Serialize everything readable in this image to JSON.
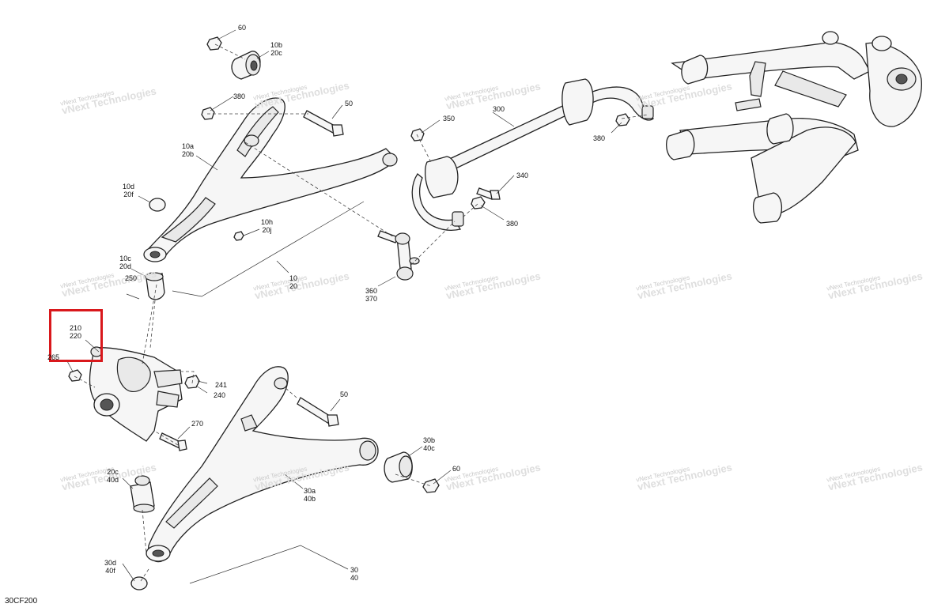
{
  "diagram": {
    "drawing_code": "30CF200",
    "watermark": {
      "line1": "vNext Technologies",
      "line2": "vNext Technologies"
    },
    "highlight_color": "#d9181c",
    "callouts": {
      "c60": {
        "l1": "60"
      },
      "c10b": {
        "l1": "10b",
        "l2": "20c"
      },
      "c380a": {
        "l1": "380"
      },
      "c50a": {
        "l1": "50"
      },
      "c10a": {
        "l1": "10a",
        "l2": "20b"
      },
      "c10d": {
        "l1": "10d",
        "l2": "20f"
      },
      "c10h": {
        "l1": "10h",
        "l2": "20j"
      },
      "c10c": {
        "l1": "10c",
        "l2": "20d"
      },
      "c250": {
        "l1": "250"
      },
      "c10": {
        "l1": "10",
        "l2": "20"
      },
      "c350": {
        "l1": "350"
      },
      "c300": {
        "l1": "300"
      },
      "c380b": {
        "l1": "380"
      },
      "c340": {
        "l1": "340"
      },
      "c380c": {
        "l1": "380"
      },
      "c360": {
        "l1": "360",
        "l2": "370"
      },
      "c210": {
        "l1": "210",
        "l2": "220"
      },
      "c265": {
        "l1": "265"
      },
      "c241": {
        "l1": "241"
      },
      "c240": {
        "l1": "240"
      },
      "c50b": {
        "l1": "50"
      },
      "c270": {
        "l1": "270"
      },
      "c30b": {
        "l1": "30b",
        "l2": "40c"
      },
      "c20c": {
        "l1": "20c",
        "l2": "40d"
      },
      "c30a": {
        "l1": "30a",
        "l2": "40b"
      },
      "c30d": {
        "l1": "30d",
        "l2": "40f"
      },
      "c30": {
        "l1": "30",
        "l2": "40"
      },
      "c60b": {
        "l1": "60"
      }
    }
  }
}
